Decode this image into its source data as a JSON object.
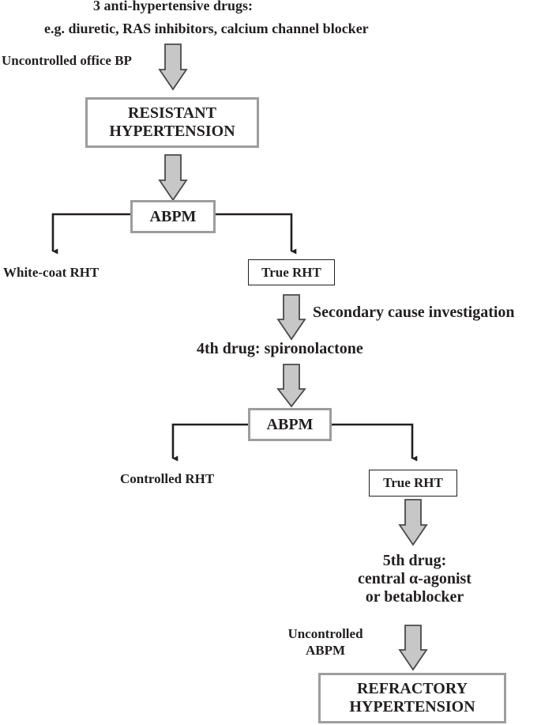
{
  "diagram": {
    "top_line1": "3 anti-hypertensive drugs:",
    "top_line2": "e.g. diuretic, RAS inhibitors, calcium channel blocker",
    "uncontrolled_office_bp": "Uncontrolled office BP",
    "resistant_line1": "RESISTANT",
    "resistant_line2": "HYPERTENSION",
    "abpm_1": "ABPM",
    "white_coat_rht": "White-coat RHT",
    "true_rht_1": "True RHT",
    "secondary_cause": "Secondary cause investigation",
    "fourth_drug": "4th drug: spironolactone",
    "abpm_2": "ABPM",
    "controlled_rht": "Controlled RHT",
    "true_rht_2": "True RHT",
    "fifth_drug_line1": "5th drug:",
    "fifth_drug_line2": "central α-agonist",
    "fifth_drug_line3": "or betablocker",
    "uncontrolled_abpm_line1": "Uncontrolled",
    "uncontrolled_abpm_line2": "ABPM",
    "refractory_line1": "REFRACTORY",
    "refractory_line2": "HYPERTENSION"
  },
  "colors": {
    "block_arrow_fill": "#c7c7c7",
    "block_arrow_stroke": "#4a4a4a",
    "box_border_gray": "#9d9d9d",
    "line": "#231f20"
  }
}
